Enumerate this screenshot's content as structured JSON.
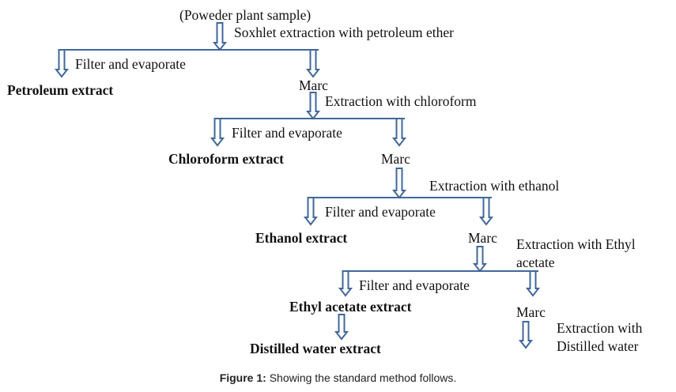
{
  "diagram": {
    "title": "Extraction flowchart",
    "accent_color": "#41679a",
    "start": "(Poweder plant sample)",
    "steps": [
      {
        "process": "Soxhlet extraction with petroleum ether",
        "branch": "Filter and evaporate",
        "extract": "Petroleum extract",
        "residue": "Marc"
      },
      {
        "process": "Extraction with chloroform",
        "branch": "Filter and evaporate",
        "extract": "Chloroform extract",
        "residue": "Marc"
      },
      {
        "process": "Extraction with ethanol",
        "branch": "Filter and evaporate",
        "extract": "Ethanol extract",
        "residue": "Marc"
      },
      {
        "process": "Extraction with Ethyl acetate",
        "process_lines": [
          "Extraction with Ethyl",
          "acetate"
        ],
        "branch": "Filter and evaporate",
        "extract": "Ethyl acetate extract",
        "residue": "Marc"
      },
      {
        "process_lines": [
          "Extraction with",
          "Distilled water"
        ],
        "extract": "Distilled water extract"
      }
    ]
  },
  "caption": {
    "label": "Figure 1:",
    "text": " Showing the standard method follows."
  }
}
